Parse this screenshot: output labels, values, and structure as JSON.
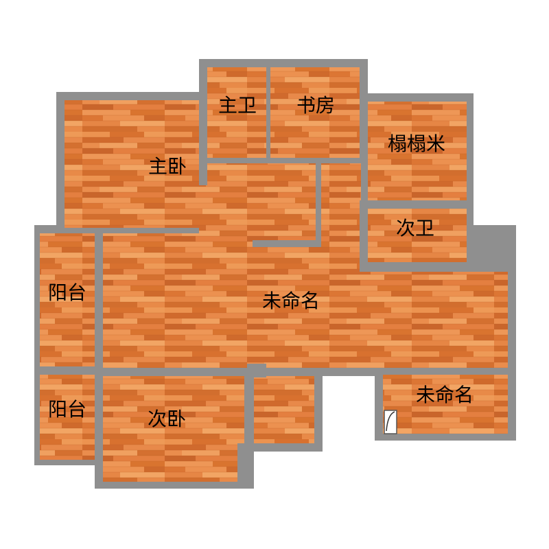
{
  "floor_plan": {
    "colors": {
      "wall": "#8f8f8f",
      "wood_base": "#e27d3e",
      "wood_light": "#ec9350",
      "wood_dark": "#c9652b",
      "label": "#000000"
    },
    "rooms": {
      "master_bedroom": "主卧",
      "master_bath": "主卫",
      "study": "书房",
      "tatami": "榻榻米",
      "second_bath": "次卫",
      "living_unnamed": "未命名",
      "balcony_upper": "阳台",
      "balcony_lower": "阳台",
      "second_bedroom": "次卧",
      "small_unnamed": "未命名"
    }
  }
}
